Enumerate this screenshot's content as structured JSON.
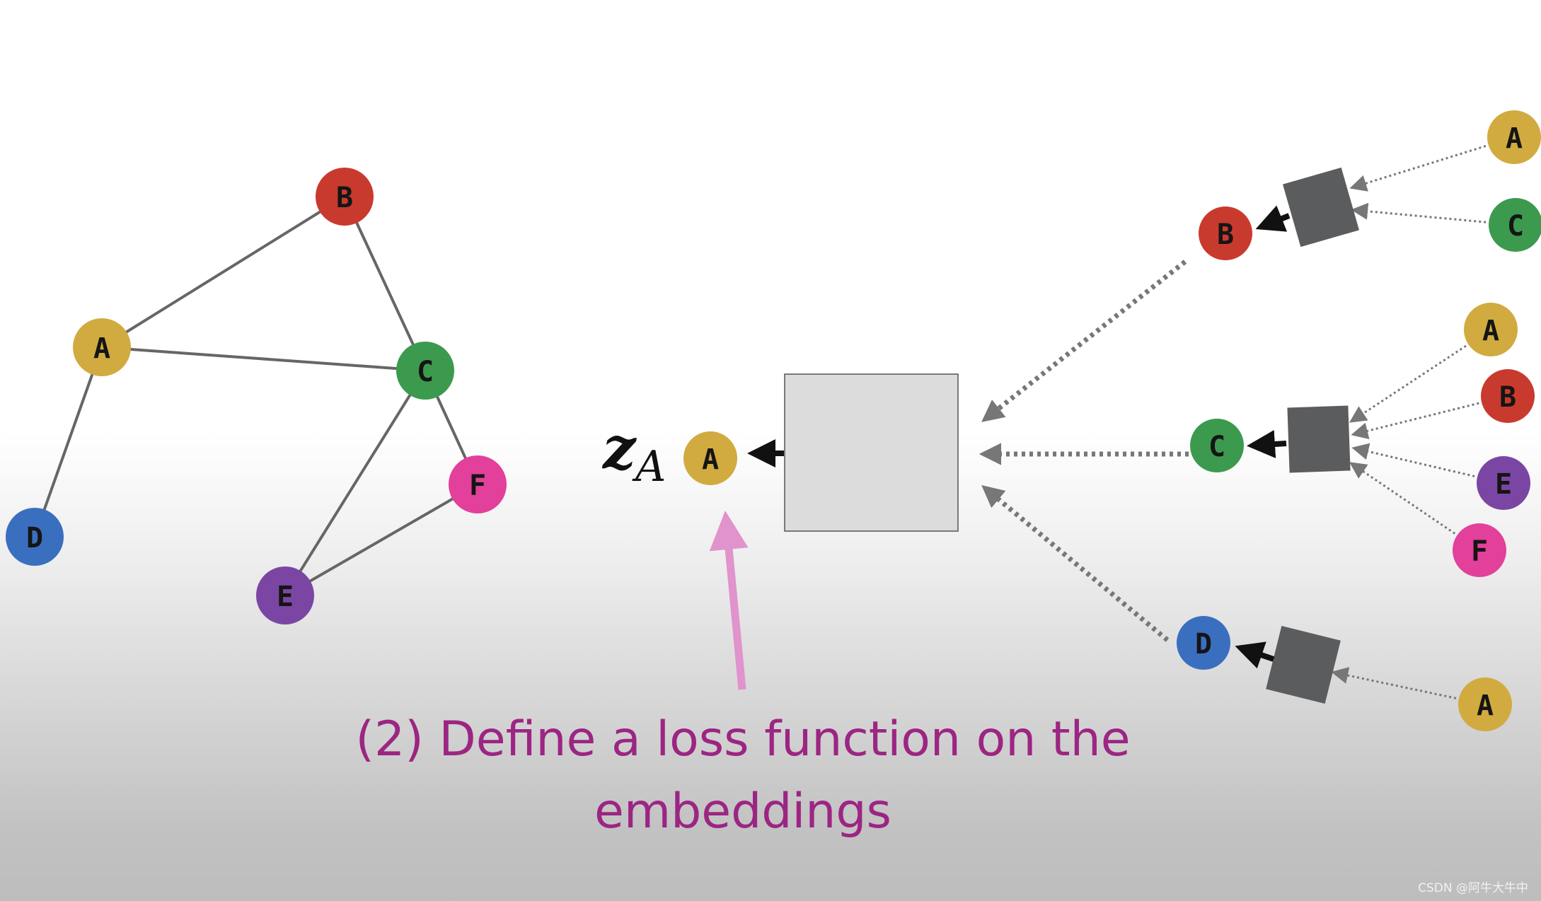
{
  "graph": {
    "nodes": [
      {
        "id": "A",
        "label": "A",
        "color": "#d1ab3f"
      },
      {
        "id": "B",
        "label": "B",
        "color": "#c93a2e"
      },
      {
        "id": "C",
        "label": "C",
        "color": "#3c9a4e"
      },
      {
        "id": "D",
        "label": "D",
        "color": "#3a6fbf"
      },
      {
        "id": "E",
        "label": "E",
        "color": "#7b46a3"
      },
      {
        "id": "F",
        "label": "F",
        "color": "#e2409a"
      }
    ],
    "edges": [
      [
        "A",
        "B"
      ],
      [
        "A",
        "C"
      ],
      [
        "A",
        "D"
      ],
      [
        "B",
        "C"
      ],
      [
        "C",
        "E"
      ],
      [
        "C",
        "F"
      ],
      [
        "E",
        "F"
      ]
    ]
  },
  "embedding": {
    "symbol": "z",
    "subscript": "A",
    "target_node": "A"
  },
  "computation_graph": {
    "level1": [
      "B",
      "C",
      "D"
    ],
    "neighbors": {
      "B": [
        "A",
        "C"
      ],
      "C": [
        "A",
        "B",
        "E",
        "F"
      ],
      "D": [
        "A"
      ]
    }
  },
  "colors": {
    "big_box": "#dcdcdc",
    "small_box": "#5b5c5e",
    "edge": "#666666",
    "dotted": "#777777",
    "arrow_pink": "#e093cc",
    "caption": "#9c2583"
  },
  "caption": {
    "line1": "(2) Define a loss function on the",
    "line2": "embeddings"
  },
  "watermark": "CSDN @阿牛大牛中"
}
